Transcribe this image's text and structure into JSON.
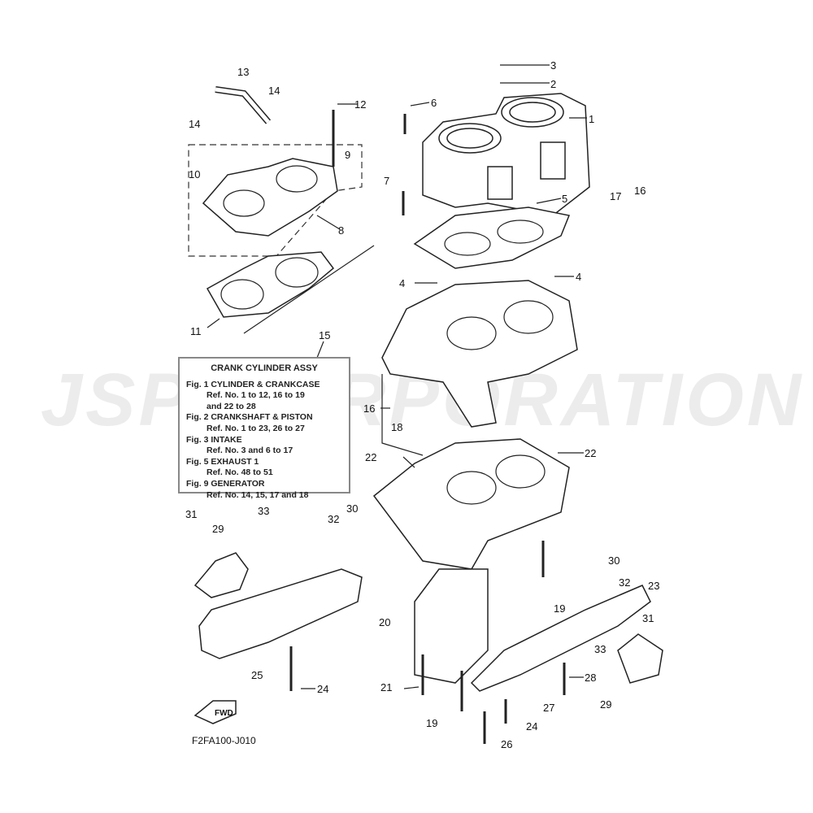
{
  "watermark": "JSP CORPORATION",
  "assembly_box": {
    "title": "CRANK  CYLINDER ASSY",
    "lines": [
      {
        "fig": "Fig. 1 CYLINDER & CRANKCASE",
        "refs": [
          "Ref. No. 1 to 12, 16 to 19",
          "and 22 to 28"
        ]
      },
      {
        "fig": "Fig. 2 CRANKSHAFT & PISTON",
        "refs": [
          "Ref. No. 1 to 23, 26 to 27"
        ]
      },
      {
        "fig": "Fig. 3 INTAKE",
        "refs": [
          "Ref. No. 3 and 6 to 17"
        ]
      },
      {
        "fig": "Fig. 5 EXHAUST 1",
        "refs": [
          "Ref. No. 48 to 51"
        ]
      },
      {
        "fig": "Fig. 9 GENERATOR",
        "refs": [
          "Ref. No. 14, 15, 17 and 18"
        ]
      }
    ]
  },
  "fwd_label": "FWD",
  "figure_code": "F2FA100-J010",
  "callouts": [
    "3",
    "2",
    "1",
    "12",
    "6",
    "13",
    "14",
    "14",
    "9",
    "10",
    "7",
    "17",
    "16",
    "5",
    "8",
    "4",
    "4",
    "11",
    "15",
    "16",
    "18",
    "22",
    "22",
    "31",
    "29",
    "33",
    "32",
    "30",
    "30",
    "32",
    "23",
    "19",
    "20",
    "31",
    "33",
    "28",
    "25",
    "24",
    "21",
    "27",
    "29",
    "19",
    "24",
    "26"
  ]
}
